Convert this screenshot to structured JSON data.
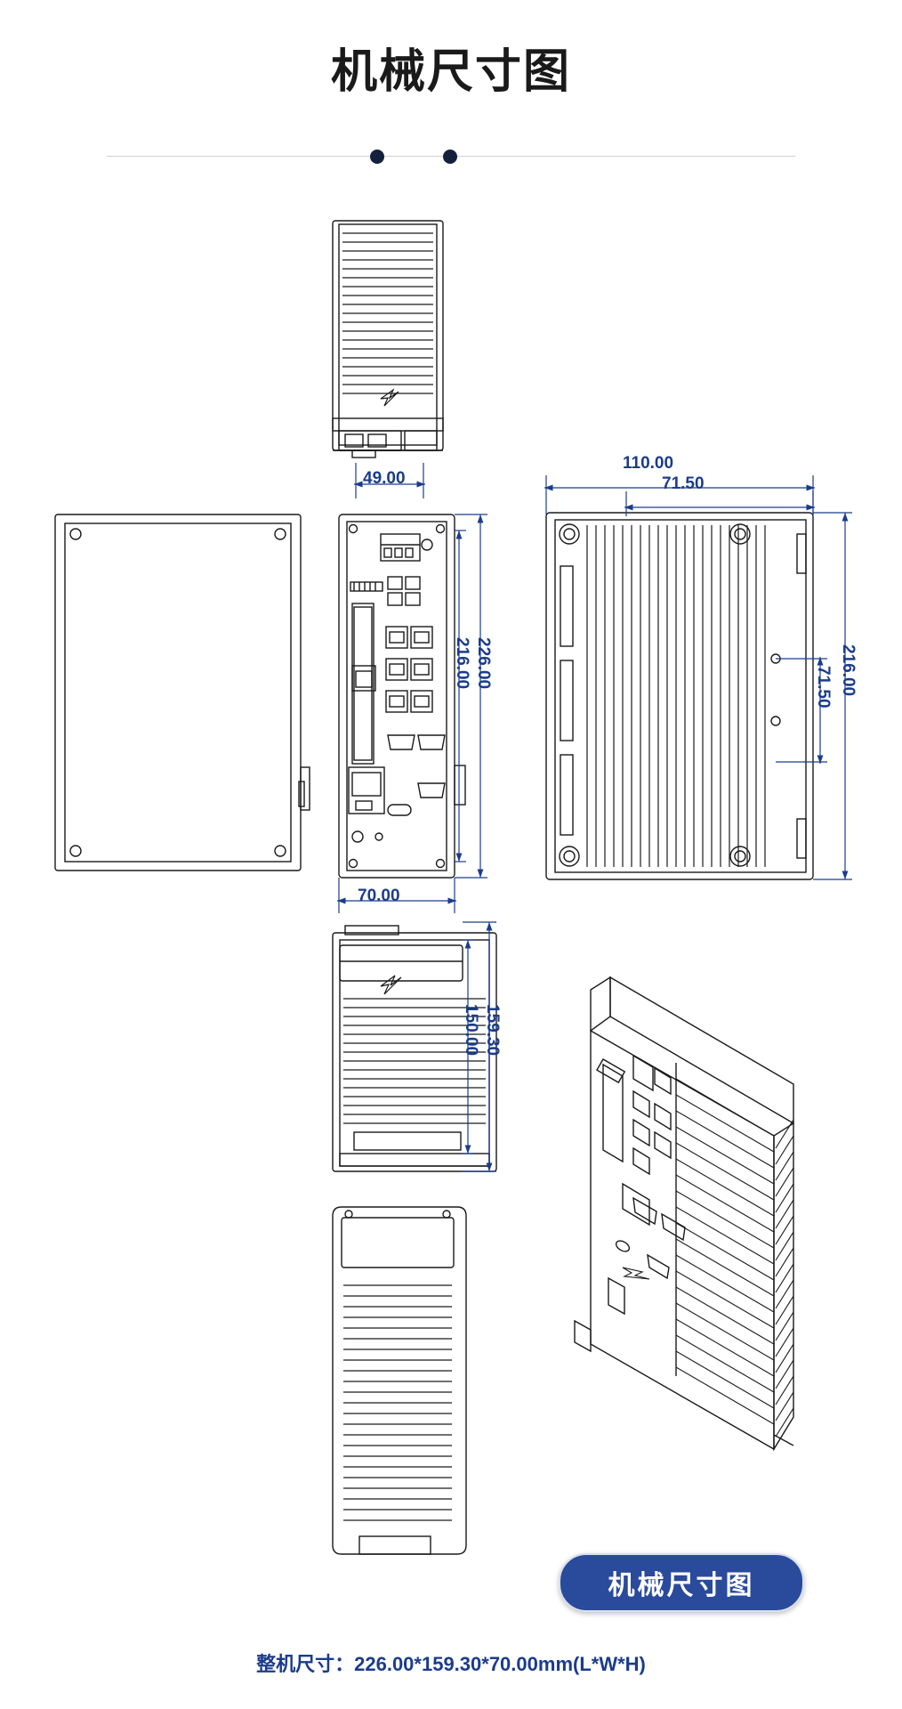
{
  "header": {
    "title": "机械尺寸图"
  },
  "badge": {
    "label": "机械尺寸图"
  },
  "footer": {
    "note": "整机尺寸：226.00*159.30*70.00mm(L*W*H)"
  },
  "dimensions": {
    "top_front_width": "49.00",
    "front_height_outer": "226.00",
    "front_height_inner": "216.00",
    "front_width_bottom": "70.00",
    "side_width_total": "110.00",
    "side_width_half": "71.50",
    "side_height_total": "216.00",
    "side_height_half": "71.50",
    "bottom_height_outer": "159.30",
    "bottom_height_inner": "150.00"
  },
  "colors": {
    "dimension_text": "#1b3c8c",
    "badge_bg": "#2a4a9b",
    "line": "#1a1a1a",
    "divider": "#cfcfcf",
    "dot": "#14213d"
  }
}
